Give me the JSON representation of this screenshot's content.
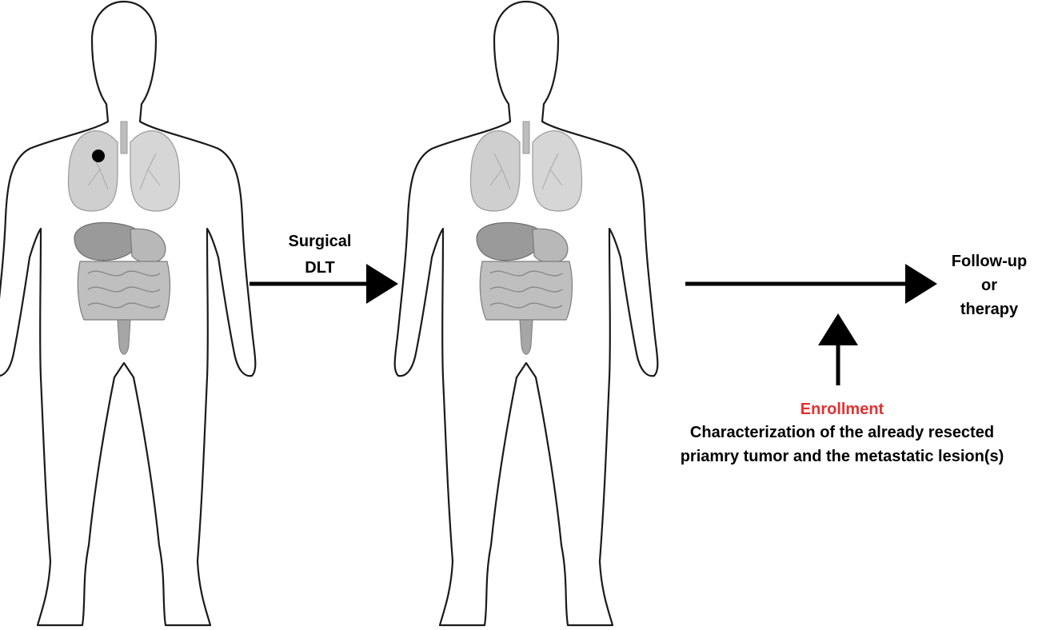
{
  "figures": [
    {
      "name": "patient-before",
      "tumor_present": true
    },
    {
      "name": "patient-after",
      "tumor_present": false
    }
  ],
  "step1": {
    "line1": "Surgical",
    "line2": "DLT"
  },
  "outcome": {
    "line1": "Follow-up",
    "line2": "or",
    "line3": "therapy"
  },
  "enrollment": {
    "title": "Enrollment",
    "line1": "Characterization of the already resected",
    "line2": "priamry tumor and the metastatic lesion(s)"
  },
  "colors": {
    "outline": "#1a1a1a",
    "organ_fill": "#c9c9c9",
    "organ_dark": "#9a9a9a",
    "tumor": "#000000",
    "arrow": "#000000",
    "enrollment_title": "#e53030"
  },
  "icons": [
    "human-body-outline-icon",
    "lungs-icon",
    "liver-icon",
    "stomach-icon",
    "intestines-icon",
    "tumor-dot-icon",
    "arrow-right-icon",
    "arrow-up-icon"
  ]
}
